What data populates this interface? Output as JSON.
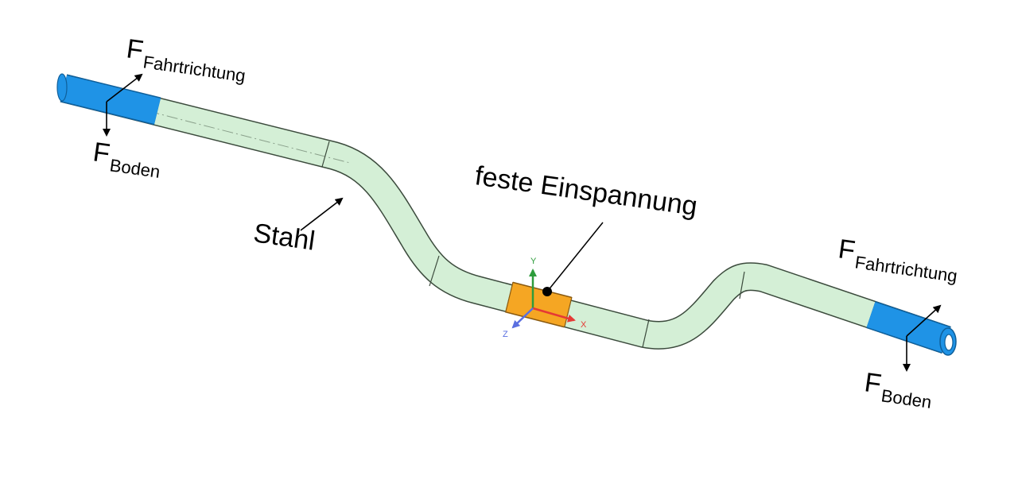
{
  "labels": {
    "force_main": "F",
    "force_travel_sub": "Fahrtrichtung",
    "force_ground_sub": "Boden",
    "material": "Stahl",
    "fixed_support": "feste Einspannung"
  },
  "axes": {
    "x": "X",
    "y": "Y",
    "z": "Z"
  },
  "colors": {
    "pipe_green": "#d4efd6",
    "pipe_outline": "#3b4a3c",
    "end_blue": "#1f93e6",
    "clamp_orange": "#f5a623",
    "axis_x": "#e53935",
    "axis_y": "#2e9c3c",
    "axis_z": "#5a6fe0"
  }
}
